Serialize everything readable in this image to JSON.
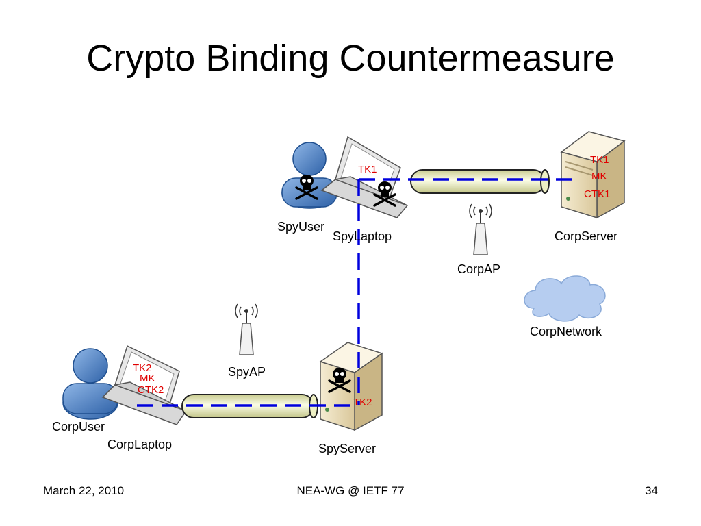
{
  "slide": {
    "title": "Crypto Binding Countermeasure",
    "footer": {
      "date": "March 22, 2010",
      "center": "NEA-WG @ IETF 77",
      "page": "34"
    }
  },
  "nodes": {
    "spy_user": "SpyUser",
    "spy_laptop": "SpyLaptop",
    "corp_server": "CorpServer",
    "corp_ap": "CorpAP",
    "corp_network": "CorpNetwork",
    "spy_ap": "SpyAP",
    "corp_user": "CorpUser",
    "corp_laptop": "CorpLaptop",
    "spy_server": "SpyServer"
  },
  "keys": {
    "spy_laptop": [
      "TK1"
    ],
    "corp_server": [
      "TK1",
      "MK",
      "CTK1"
    ],
    "corp_laptop": [
      "TK2",
      "MK",
      "CTK2"
    ],
    "spy_server": [
      "TK2"
    ]
  },
  "colors": {
    "key_text": "#e00000",
    "link_dash": "#0000dd",
    "tunnel_fill": "#f4f7c8",
    "user_blue": "#4f86c6",
    "server_tan": "#d9c79a",
    "cloud_blue": "#b6cdf0"
  },
  "icons": [
    "user-icon",
    "laptop-icon",
    "server-icon",
    "antenna-icon",
    "cloud-icon",
    "skull-icon",
    "tunnel-icon"
  ]
}
